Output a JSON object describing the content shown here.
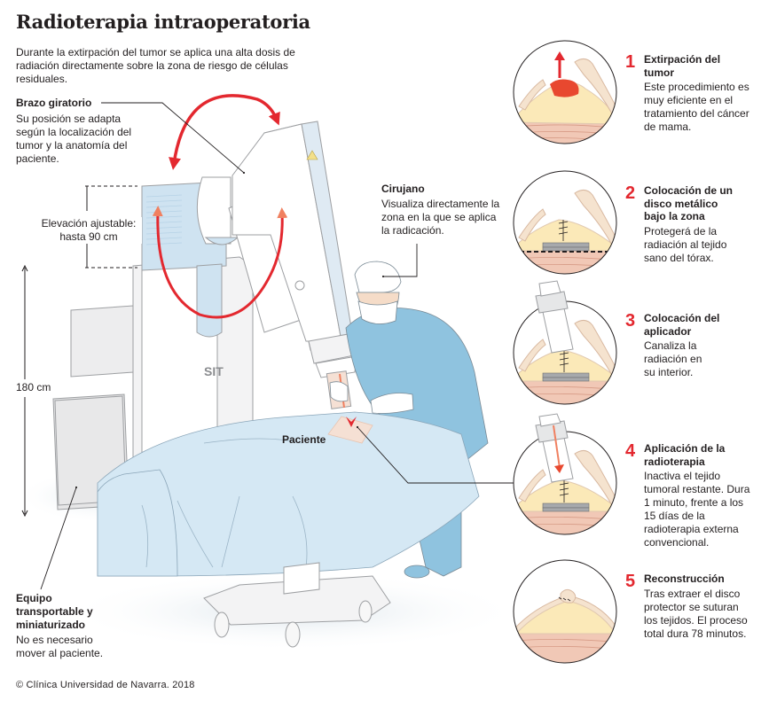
{
  "header": {
    "title": "Radioterapia intraoperatoria",
    "intro": "Durante la extirpación del tumor se aplica una alta dosis de radiación directamente sobre la zona de riesgo de células residuales."
  },
  "colors": {
    "accent_red": "#e3282f",
    "arrow_orange": "#f08060",
    "equipment_blue": "#cfe3f1",
    "drape_blue": "#d5e8f4",
    "scrubs_blue": "#8fc3df",
    "skin": "#f5e3cf",
    "breast_fat": "#fbe9b8",
    "muscle": "#f1c8b6",
    "shield_gray": "#a7a9ac",
    "text": "#231f20"
  },
  "labels": {
    "arm": {
      "title": "Brazo giratorio",
      "text": "Su posición se adapta según la localización del tumor y la anatomía del paciente."
    },
    "elevation": {
      "line1": "Elevación ajustable:",
      "line2": "hasta 90 cm"
    },
    "height": "180 cm",
    "surgeon": {
      "title": "Cirujano",
      "text": "Visualiza directamente la zona en la que se aplica la radicación."
    },
    "patient": "Paciente",
    "equipment": {
      "title": "Equipo transportable y miniaturizado",
      "text": "No es necesario mover al paciente."
    },
    "machine_brand": "SIT"
  },
  "steps": [
    {
      "number": "1",
      "title": "Extirpación del tumor",
      "text": "Este procedimiento es muy eficiente en el tratamiento del cáncer de mama."
    },
    {
      "number": "2",
      "title": "Colocación de un disco metálico bajo la zona",
      "text": "Protegerá de la radiación al tejido sano del tórax."
    },
    {
      "number": "3",
      "title": "Colocación del aplicador",
      "text": "Canaliza la radiación en su interior."
    },
    {
      "number": "4",
      "title": "Aplicación de la radioterapia",
      "text": "Inactiva el tejido tumoral restante. Dura 1 minuto, frente a los 15 días de la radioterapia externa convencional."
    },
    {
      "number": "5",
      "title": "Reconstrucción",
      "text": "Tras extraer el disco protector se suturan los tejidos. El proceso total dura 78 minutos."
    }
  ],
  "footer": {
    "copyright": "© Clínica Universidad de Navarra. 2018"
  }
}
